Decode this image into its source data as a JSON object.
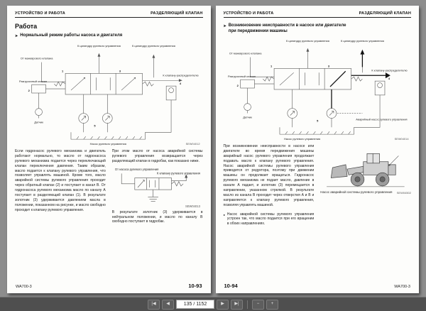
{
  "markers": {
    "arrow": "➤",
    "bullet": "●"
  },
  "toolbar": {
    "first_label": "|◀",
    "prev_label": "◀",
    "page_indicator": "135 / 1152",
    "next_label": "▶",
    "last_label": "▶|",
    "zoom_out_label": "−",
    "zoom_in_label": "+"
  },
  "left_page": {
    "header_left": "УСТРОЙСТВО И РАБОТА",
    "header_right": "РАЗДЕЛЯЮЩИЙ КЛАПАН",
    "section_title": "Работа",
    "bullet_title": "Нормальный режим работы насоса и двигателя",
    "fig_main": {
      "label_cyl1": "К цилиндру рулевого управления",
      "label_cyl2": "К цилиндру рулевого управления",
      "label_manifold": "От маневрового клапана",
      "label_relief": "Разгрузочный клапан",
      "label_sensor": "Датчик",
      "label_spool": "К клапану-распределителю",
      "label_pump": "Насос рулевого управления",
      "nums": [
        "1",
        "2",
        "3",
        "4",
        "5"
      ],
      "code": "SEW04012"
    },
    "body_col1": "Если гидронасос рулевого механизма и двигатель работают нормально, то масло от гидронасоса рулевого механизма подается через переключающий клапан переключения давления. Таким образом, масло подается к клапану рулевого управления, что позволяет управлять машиной. Кроме того, масло аварийной системы рулевого управления проходит через обратный клапан (2) и поступает в канал B. От гидронасоса рулевого механизма масло по каналу A поступает в разделяющий клапан (1). В результате золотник (3) удерживается давлением масла в положении, показанном на рисунке, и масло свободно проходит к клапану рулевого управления.",
    "body_col2_intro": "При этом масло от насоса аварийной системы рулевого управления возвращается через разделяющий клапан в гидробак, как показано ниже.",
    "fig_detail": {
      "label_from": "От насоса рулевого управления",
      "label_to": "К клапану рулевого управления",
      "code": "SEW04013"
    },
    "body_col2_end": "В результате золотник (3) удерживается в нейтральном положении, и масло по каналу B свободно поступает в гидробак.",
    "footer_model": "WA700-3",
    "footer_page": "10-93"
  },
  "right_page": {
    "header_left": "УСТРОЙСТВО И РАБОТА",
    "header_right": "РАЗДЕЛЯЮЩИЙ КЛАПАН",
    "bullet_title": "Возникновение неисправности в насосе или двигателе при передвижении машины",
    "fig_main": {
      "label_cyl1": "К цилиндру рулевого управления",
      "label_cyl2": "К цилиндру рулевого управления",
      "label_manifold": "От маневрового клапана",
      "label_relief": "Разгрузочный клапан",
      "label_sensor": "Датчик",
      "label_spool": "К клапану-распределителю",
      "label_pump": "Насос рулевого управления",
      "label_emerg": "Аварийный насос рулевого управления",
      "nums": [
        "1",
        "2",
        "3",
        "4",
        "5"
      ],
      "code": "SEW04014"
    },
    "body_col1": "При возникновении неисправности в насосе или двигателе во время передвижения машины аварийный насос рулевого управления продолжает подавать масло к клапану рулевого управления. Насос аварийной системы рулевого управления приводится от редуктора, поэтому при движении машины он продолжает вращаться. Гидронасос рулевого механизма не подает масло, давление в канале A падает, и золотник (3) перемещается в направлении, указанном стрелкой. В результате масло из канала B проходит через отверстия A и B и направляется к клапану рулевого управления, позволяя управлять машиной.",
    "note": "Насос аварийной системы рулевого управления устроен так, что масло подается при его вращении в обоих направлениях.",
    "loader_caption": "Насос аварийной системы рулевого управления",
    "loader_code": "SEW04502",
    "footer_page": "10-94",
    "footer_model": "WA700-3"
  }
}
